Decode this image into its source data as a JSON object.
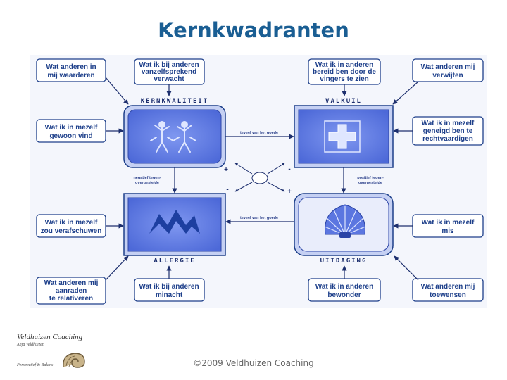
{
  "title": "Kernkwadranten",
  "quadrants": {
    "kernkwaliteit": "KERNKWALITEIT",
    "valkuil": "VALKUIL",
    "allergie": "ALLERGIE",
    "uitdaging": "UITDAGING"
  },
  "boxes": {
    "tl_outer": [
      "Wat anderen in",
      "mij waarderen"
    ],
    "tl_top": [
      "Wat ik bij anderen",
      "vanzelfsprekend",
      "verwacht"
    ],
    "tl_left": [
      "Wat ik in mezelf",
      "gewoon vind"
    ],
    "tr_top": [
      "Wat ik in anderen",
      "bereid ben door de",
      "vingers te zien"
    ],
    "tr_outer": [
      "Wat anderen mij",
      "verwijten"
    ],
    "tr_right": [
      "Wat ik in mezelf",
      "geneigd ben te",
      "rechtvaardigen"
    ],
    "bl_left": [
      "Wat ik in mezelf",
      "zou verafschuwen"
    ],
    "bl_outer": [
      "Wat anderen mij",
      "aanraden",
      "te relativeren"
    ],
    "bl_bottom": [
      "Wat ik bij anderen",
      "minacht"
    ],
    "br_right": [
      "Wat ik in mezelf",
      "mis"
    ],
    "br_bottom": [
      "Wat ik in anderen",
      "bewonder"
    ],
    "br_outer": [
      "Wat anderen mij",
      "toewensen"
    ]
  },
  "arrow_labels": {
    "top": "teveel van het goede",
    "bottom": "teveel van het goede",
    "left": [
      "negatief tegen-",
      "overgestelde"
    ],
    "right": [
      "positief tegen-",
      "overgestelde"
    ]
  },
  "signs": {
    "plus": "+",
    "minus": "-"
  },
  "logo": {
    "name": "Veldhuizen Coaching",
    "subname": "Anja Veldhuizen",
    "tagline": "Perspectief & Balans"
  },
  "footer": "©2009 Veldhuizen Coaching",
  "colors": {
    "title": "#1a5e93",
    "box_border": "#1d3f8a",
    "quadrant_fill": "#6b86e6",
    "arrow": "#1d2f6e"
  }
}
